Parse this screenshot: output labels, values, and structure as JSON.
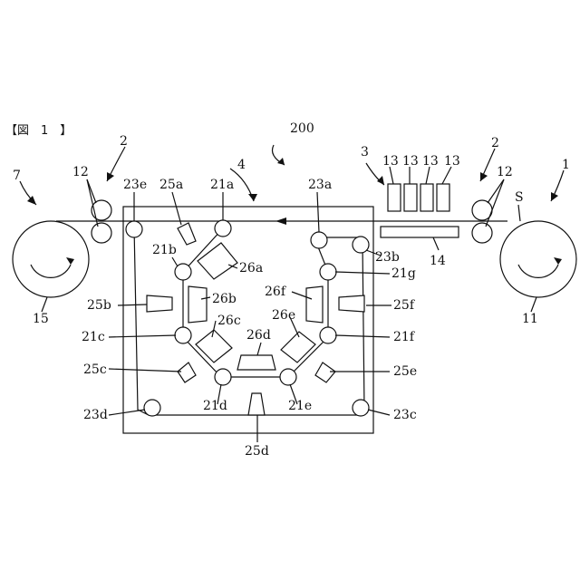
{
  "figure_label": "【図　1　】",
  "labels": {
    "l200": "200",
    "l3": "3",
    "l13a": "13",
    "l13b": "13",
    "l13c": "13",
    "l13d": "13",
    "l2_left": "2",
    "l2_right": "2",
    "l12_left": "12",
    "l12_right": "12",
    "l1": "1",
    "lS": "S",
    "l7": "7",
    "l4": "4",
    "l14": "14",
    "l15": "15",
    "l11": "11",
    "l23e": "23e",
    "l25a": "25a",
    "l21a": "21a",
    "l23a": "23a",
    "l21b": "21b",
    "l23b": "23b",
    "l26a": "26a",
    "l21g": "21g",
    "l25b": "25b",
    "l26b": "26b",
    "l26f": "26f",
    "l25f": "25f",
    "l26c": "26c",
    "l26e": "26e",
    "l21c": "21c",
    "l26d": "26d",
    "l21f": "21f",
    "l25c": "25c",
    "l25e": "25e",
    "l23d": "23d",
    "l21d": "21d",
    "l21e": "21e",
    "l23c": "23c",
    "l25d": "25d"
  }
}
